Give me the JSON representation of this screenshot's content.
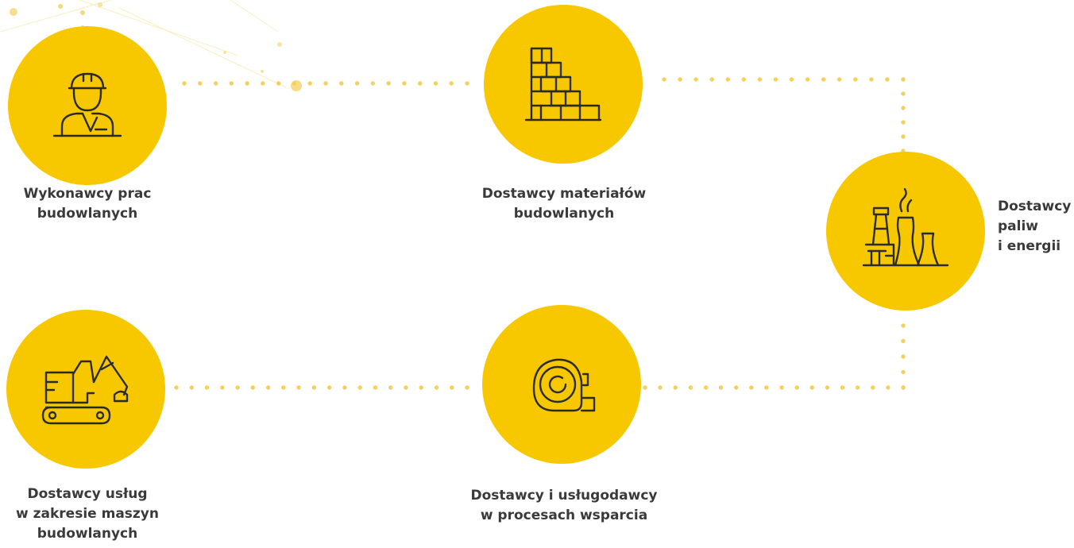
{
  "colors": {
    "accent": "#F7C800",
    "dot": "#F3D060",
    "icon": "#2b2b2b",
    "text": "#3a3a3a"
  },
  "nodes": [
    {
      "id": "contractors",
      "icon": "construction-worker-icon",
      "label_lines": [
        "Wykonawcy prac",
        "budowlanych"
      ]
    },
    {
      "id": "materials",
      "icon": "bricks-icon",
      "label_lines": [
        "Dostawcy materiałów",
        "budowlanych"
      ]
    },
    {
      "id": "energy",
      "icon": "power-plant-icon",
      "label_lines": [
        "Dostawcy",
        "paliw",
        "i energii"
      ]
    },
    {
      "id": "support",
      "icon": "tape-measure-icon",
      "label_lines": [
        "Dostawcy i usługodawcy",
        "w procesach wsparcia"
      ]
    },
    {
      "id": "machinery",
      "icon": "excavator-icon",
      "label_lines": [
        "Dostawcy usług",
        "w zakresie maszyn",
        "budowlanych"
      ]
    }
  ]
}
